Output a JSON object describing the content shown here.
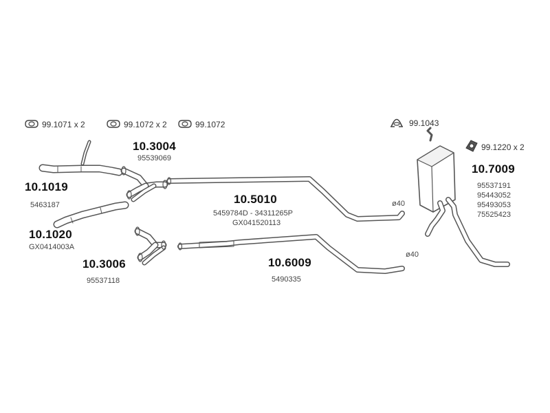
{
  "gaskets": [
    {
      "label": "99.1071 x 2",
      "icon": "flange-gasket-icon"
    },
    {
      "label": "99.1072 x 2",
      "icon": "flange-gasket-icon"
    },
    {
      "label": "99.1072",
      "icon": "flange-gasket-icon"
    },
    {
      "label": "99.1043",
      "icon": "pipe-clamp-icon"
    },
    {
      "label": "99.1220 x 2",
      "icon": "flange-gasket-icon"
    }
  ],
  "parts": {
    "p_101019": {
      "number": "10.1019",
      "refs": [
        "5463187"
      ]
    },
    "p_101020": {
      "number": "10.1020",
      "refs": [
        "GX0414003A"
      ]
    },
    "p_103004": {
      "number": "10.3004",
      "refs": [
        "95539069"
      ]
    },
    "p_103006": {
      "number": "10.3006",
      "refs": [
        "95537118"
      ]
    },
    "p_105010": {
      "number": "10.5010",
      "refs": [
        "5459784D - 34311265P",
        "GX041520113"
      ]
    },
    "p_106009": {
      "number": "10.6009",
      "refs": [
        "5490335"
      ]
    },
    "p_107009": {
      "number": "10.7009",
      "refs": [
        "95537191",
        "95443052",
        "95493053",
        "75525423"
      ]
    }
  },
  "dimensions": {
    "upper": "ø40",
    "lower": "ø40"
  }
}
